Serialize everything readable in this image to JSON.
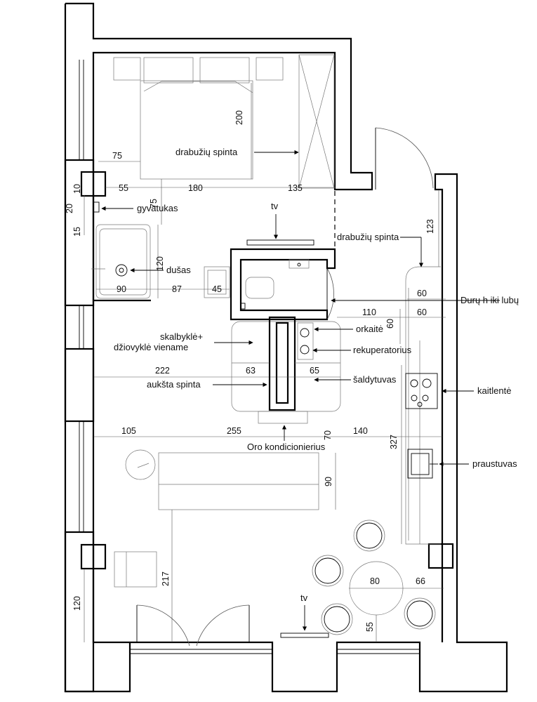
{
  "labels": {
    "wardrobe_bedroom": "drabužių spinta",
    "towel_rail": "gyvatukas",
    "shower": "dušas",
    "tv_top": "tv",
    "wardrobe_hall": "drabužių spinta",
    "door_height": "Durų h iki lubų",
    "oven": "orkaitė",
    "washer_dryer_line1": "skalbyklė+",
    "washer_dryer_line2": "džiovyklė viename",
    "recuperator": "rekuperatorius",
    "tall_cabinet": "aukšta spinta",
    "fridge": "šaldytuvas",
    "hob": "kaitlentė",
    "air_conditioner": "Oro kondicionierius",
    "sink": "praustuvas",
    "tv_bottom": "tv"
  },
  "dimensions": {
    "bed_length": "200",
    "bed_left_gap": "75",
    "d10": "10",
    "d55": "55",
    "d180": "180",
    "d135": "135",
    "d75_vertical": "75",
    "d20": "20",
    "d15": "15",
    "d120_shower": "120",
    "d90_shower": "90",
    "d87": "87",
    "d45": "45",
    "d123": "123",
    "d60_kitchen_top": "60",
    "d110": "110",
    "d60_vertical": "60",
    "d60_kitchen": "60",
    "d222": "222",
    "d63": "63",
    "d65": "65",
    "d105": "105",
    "d255": "255",
    "d70": "70",
    "d140": "140",
    "d327": "327",
    "d90_sofa": "90",
    "d217": "217",
    "d80": "80",
    "d66": "66",
    "d120_bottom": "120",
    "d55_bottom": "55"
  }
}
